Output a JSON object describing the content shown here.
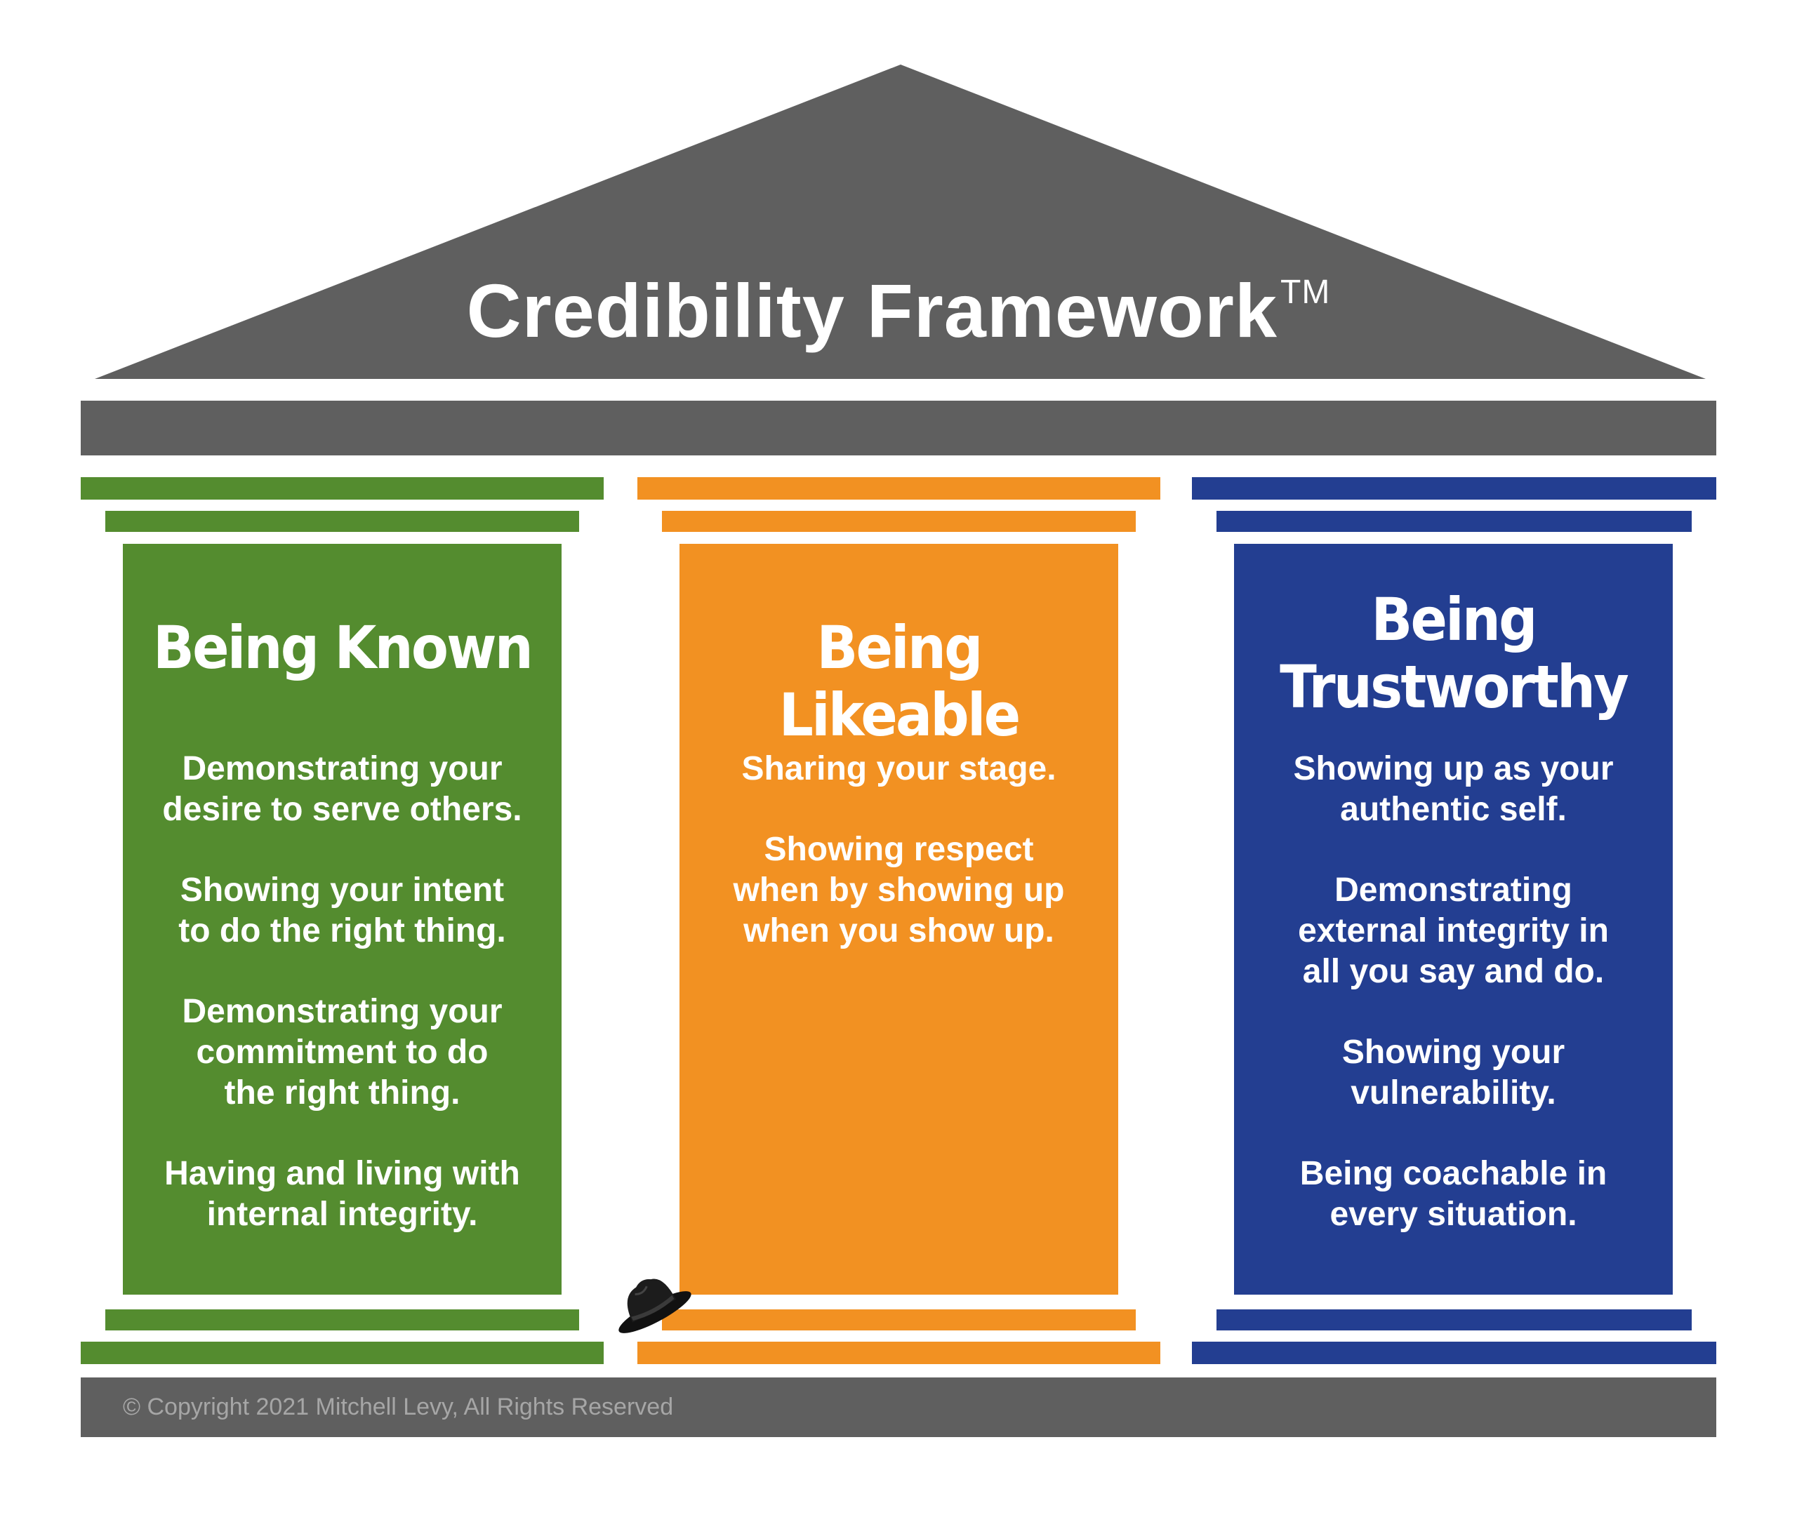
{
  "title": "Credibility Framework",
  "trademark": "TM",
  "colors": {
    "gray": "#5f5f5f",
    "green": "#548c2f",
    "orange": "#f29122",
    "blue": "#233e91"
  },
  "pillars": [
    {
      "title": "Being Known",
      "color": "#548c2f",
      "items": [
        "Demonstrating your\ndesire to serve others.",
        "Showing your intent\nto do the right thing.",
        "Demonstrating your\ncommitment to do\nthe right thing.",
        "Having and living with\ninternal integrity."
      ]
    },
    {
      "title": "Being Likeable",
      "color": "#f29122",
      "items": [
        "Sharing your stage.",
        "Showing respect\nwhen by showing up\nwhen you show up."
      ]
    },
    {
      "title": "Being\nTrustworthy",
      "color": "#233e91",
      "items": [
        "Showing up as your\nauthentic self.",
        "Demonstrating\nexternal integrity in\nall you say and do.",
        "Showing your\nvulnerability.",
        "Being coachable in\nevery situation."
      ]
    }
  ],
  "decoration": "hat-icon",
  "copyright": "© Copyright 2021 Mitchell Levy, All Rights Reserved"
}
